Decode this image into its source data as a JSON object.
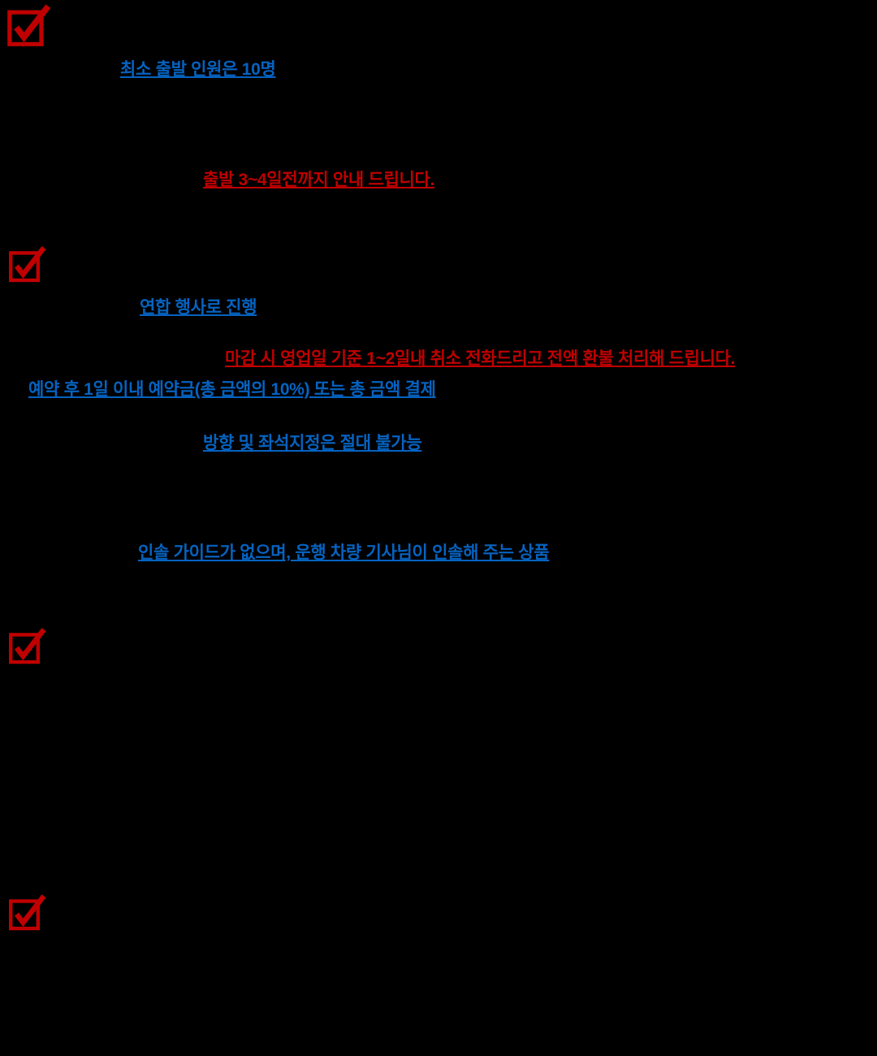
{
  "colors": {
    "page_bg": "#000000",
    "check_red": "#c00000",
    "text_red": "#c00000",
    "text_blue": "#0563c1"
  },
  "icons": {
    "checkbox": "red-checked-checkbox-icon"
  },
  "notes": [
    {
      "id": "min-departure",
      "color": "blue",
      "text": "최소 출발 인원은 10명"
    },
    {
      "id": "departure-notice",
      "color": "red",
      "text": "출발 3~4일전까지 안내 드립니다."
    },
    {
      "id": "joint-tour",
      "color": "blue",
      "text": "연합 행사로 진행"
    },
    {
      "id": "cancellation-refund",
      "color": "red",
      "text": "마감 시 영업일 기준 1~2일내 취소 전화드리고 전액 환불 처리해 드립니다."
    },
    {
      "id": "deposit-payment",
      "color": "blue",
      "text": "예약 후 1일 이내 예약금(총 금액의 10%) 또는 총 금액 결제"
    },
    {
      "id": "seat-assignment",
      "color": "blue",
      "text": "방향 및 좌석지정은 절대 불가능"
    },
    {
      "id": "driver-guide",
      "color": "blue",
      "text": "인솔 가이드가 없으며, 운행 차량 기사님이 인솔해 주는 상품"
    }
  ]
}
